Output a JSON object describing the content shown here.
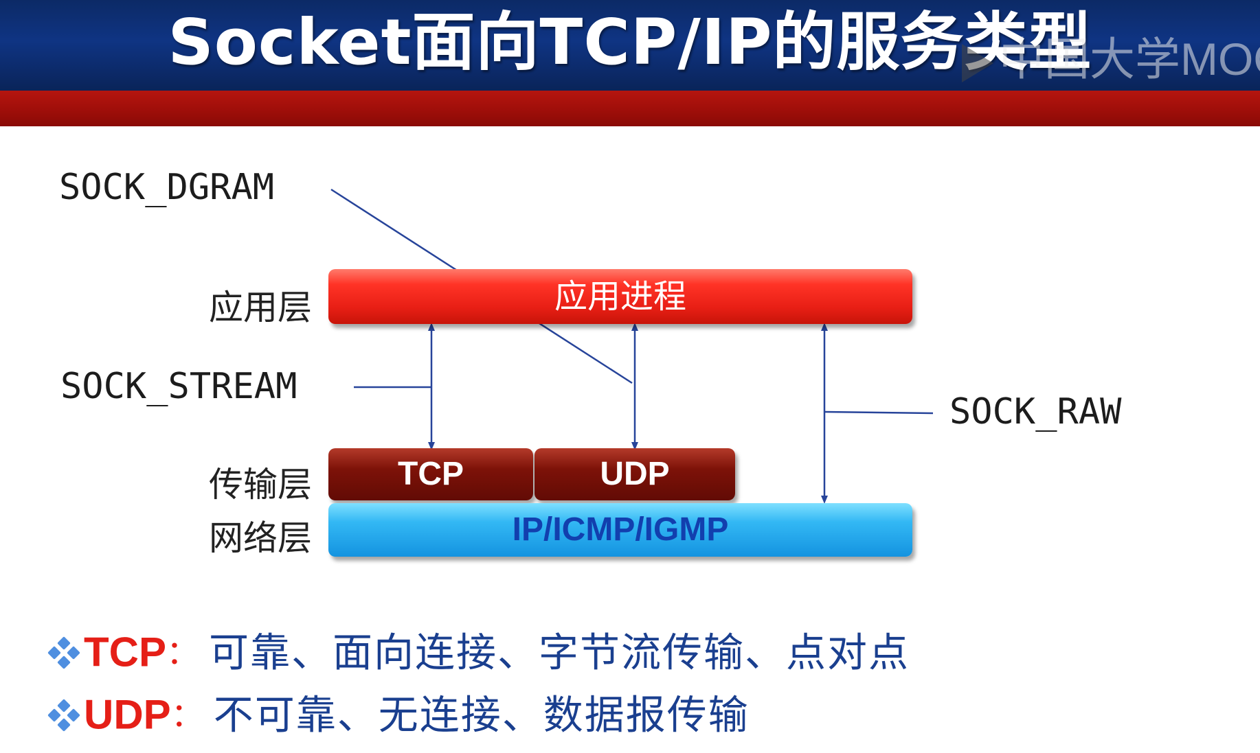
{
  "title": "Socket面向TCP/IP的服务类型",
  "watermark": "中国大学MOOC",
  "socket_types": {
    "dgram": "SOCK_DGRAM",
    "stream": "SOCK_STREAM",
    "raw": "SOCK_RAW"
  },
  "layers": {
    "application": "应用层",
    "transport": "传输层",
    "network": "网络层"
  },
  "boxes": {
    "app_process": "应用进程",
    "tcp": "TCP",
    "udp": "UDP",
    "ip": "IP/ICMP/IGMP"
  },
  "bullets": [
    {
      "key": "TCP",
      "sep": "：",
      "desc": "可靠、面向连接、字节流传输、点对点"
    },
    {
      "key": "UDP",
      "sep": "：",
      "desc": "不可靠、无连接、数据报传输"
    }
  ],
  "colors": {
    "title_bg": "#0f3483",
    "band_red": "#a10f0a",
    "app_bar": "#e81f15",
    "transport_bar": "#7d1208",
    "network_bar": "#1493e0",
    "ip_text": "#123fae",
    "line": "#27449a",
    "bullet_key": "#e51f17",
    "bullet_desc": "#1a3f8f"
  },
  "icons": {
    "bullet": "four-diamond-bullet-icon",
    "watermark": "play-icon"
  }
}
